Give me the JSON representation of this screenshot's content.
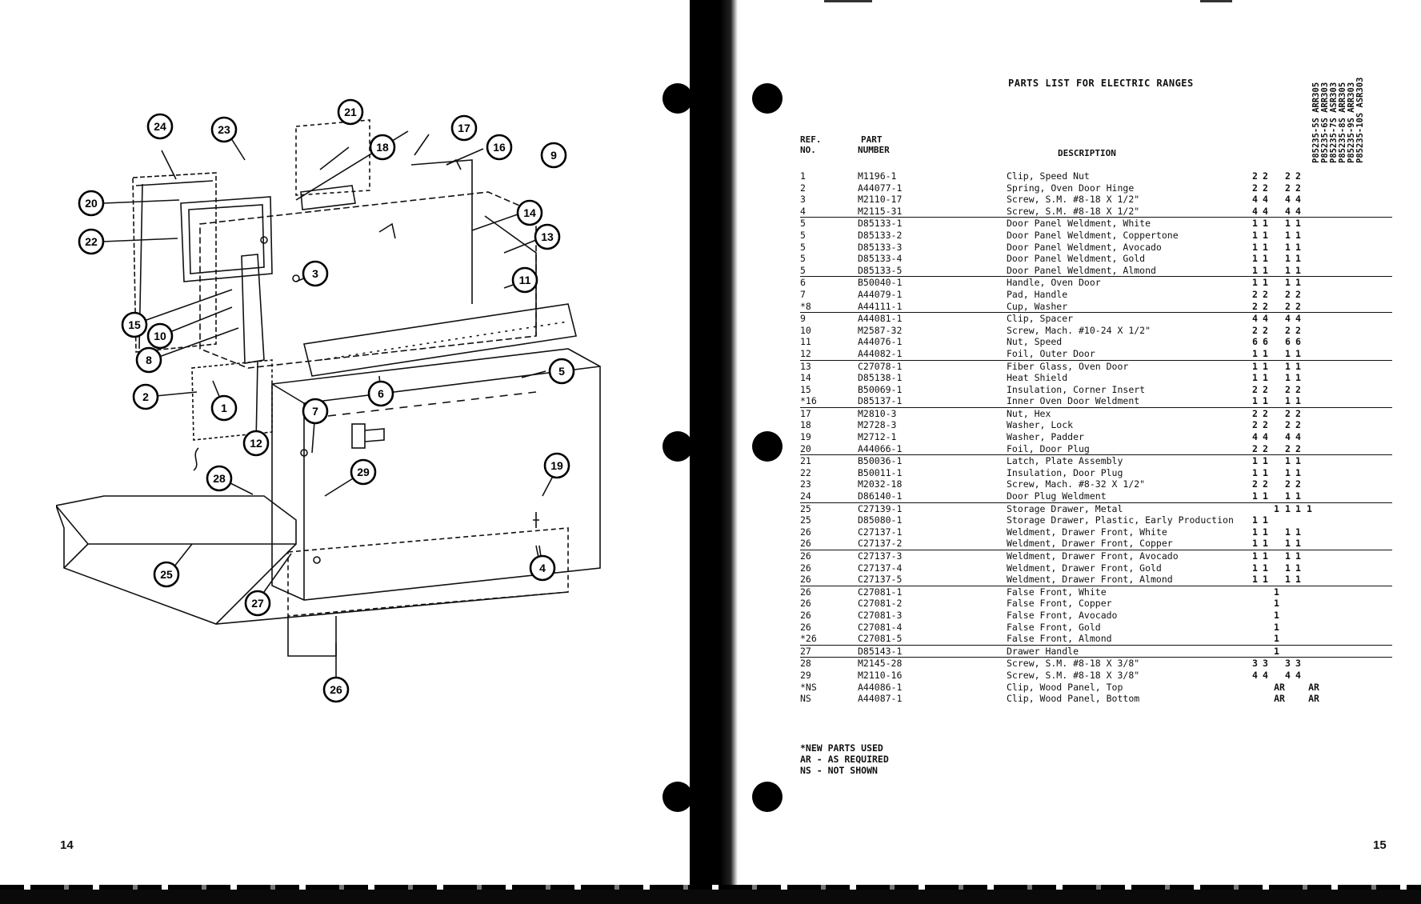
{
  "page_left": {
    "page_number": "14"
  },
  "page_right": {
    "page_number": "15"
  },
  "diagram": {
    "callouts": [
      "24",
      "23",
      "21",
      "18",
      "17",
      "16",
      "9",
      "20",
      "22",
      "14",
      "13",
      "3",
      "11",
      "15",
      "10",
      "8",
      "5",
      "2",
      "1",
      "7",
      "6",
      "12",
      "19",
      "28",
      "29",
      "4",
      "25",
      "27",
      "26"
    ]
  },
  "parts_list": {
    "title": "PARTS LIST FOR ELECTRIC RANGES",
    "col_ref": "REF.\nNO.",
    "col_ref_l1": "REF.",
    "col_ref_l2": "NO.",
    "col_part_l1": "PART",
    "col_part_l2": "NUMBER",
    "col_desc": "DESCRIPTION",
    "models": [
      "P85235-5S ARR305",
      "P85235-6S ARR303",
      "P85235-7S ASR303",
      "P85235-8S ARR305",
      "P85235-9S ARR303",
      "P85235-10S ASR303"
    ],
    "rows": [
      {
        "ref": "1",
        "part": "M1196-1",
        "desc": "Clip, Speed Nut",
        "q": [
          "2",
          "2",
          "",
          "2",
          "2",
          ""
        ]
      },
      {
        "ref": "2",
        "part": "A44077-1",
        "desc": "Spring,  Oven Door Hinge",
        "q": [
          "2",
          "2",
          "",
          "2",
          "2",
          ""
        ]
      },
      {
        "ref": "3",
        "part": "M2110-17",
        "desc": "Screw, S.M. #8-18 X 1/2\"",
        "q": [
          "4",
          "4",
          "",
          "4",
          "4",
          ""
        ]
      },
      {
        "ref": "4",
        "part": "M2115-31",
        "desc": "Screw, S.M. #8-18 X 1/2\"",
        "q": [
          "4",
          "4",
          "",
          "4",
          "4",
          ""
        ]
      },
      {
        "ref": "5",
        "part": "D85133-1",
        "desc": "Door Panel Weldment, White",
        "q": [
          "1",
          "1",
          "",
          "1",
          "1",
          ""
        ]
      },
      {
        "ref": "5",
        "part": "D85133-2",
        "desc": "Door Panel Weldment, Coppertone",
        "q": [
          "1",
          "1",
          "",
          "1",
          "1",
          ""
        ]
      },
      {
        "ref": "5",
        "part": "D85133-3",
        "desc": "Door Panel Weldment, Avocado",
        "q": [
          "1",
          "1",
          "",
          "1",
          "1",
          ""
        ]
      },
      {
        "ref": "5",
        "part": "D85133-4",
        "desc": "Door Panel Weldment, Gold",
        "q": [
          "1",
          "1",
          "",
          "1",
          "1",
          ""
        ]
      },
      {
        "ref": "5",
        "part": "D85133-5",
        "desc": "Door Panel Weldment, Almond",
        "q": [
          "1",
          "1",
          "",
          "1",
          "1",
          ""
        ]
      },
      {
        "ref": "6",
        "part": "B50040-1",
        "desc": "Handle, Oven Door",
        "q": [
          "1",
          "1",
          "",
          "1",
          "1",
          ""
        ]
      },
      {
        "ref": "7",
        "part": "A44079-1",
        "desc": "Pad, Handle",
        "q": [
          "2",
          "2",
          "",
          "2",
          "2",
          ""
        ]
      },
      {
        "ref": "*8",
        "part": "A44111-1",
        "desc": "Cup, Washer",
        "q": [
          "2",
          "2",
          "",
          "2",
          "2",
          ""
        ]
      },
      {
        "ref": "9",
        "part": "A44081-1",
        "desc": "Clip, Spacer",
        "q": [
          "4",
          "4",
          "",
          "4",
          "4",
          ""
        ]
      },
      {
        "ref": "10",
        "part": "M2587-32",
        "desc": "Screw, Mach. #10-24 X 1/2\"",
        "q": [
          "2",
          "2",
          "",
          "2",
          "2",
          ""
        ]
      },
      {
        "ref": "11",
        "part": "A44076-1",
        "desc": "Nut, Speed",
        "q": [
          "6",
          "6",
          "",
          "6",
          "6",
          ""
        ]
      },
      {
        "ref": "12",
        "part": "A44082-1",
        "desc": "Foil, Outer Door",
        "q": [
          "1",
          "1",
          "",
          "1",
          "1",
          ""
        ]
      },
      {
        "ref": "13",
        "part": "C27078-1",
        "desc": "Fiber Glass, Oven Door",
        "q": [
          "1",
          "1",
          "",
          "1",
          "1",
          ""
        ]
      },
      {
        "ref": "14",
        "part": "D85138-1",
        "desc": "Heat Shield",
        "q": [
          "1",
          "1",
          "",
          "1",
          "1",
          ""
        ]
      },
      {
        "ref": "15",
        "part": "B50069-1",
        "desc": "Insulation, Corner Insert",
        "q": [
          "2",
          "2",
          "",
          "2",
          "2",
          ""
        ]
      },
      {
        "ref": "*16",
        "part": "D85137-1",
        "desc": "Inner Oven Door Weldment",
        "q": [
          "1",
          "1",
          "",
          "1",
          "1",
          ""
        ]
      },
      {
        "ref": "17",
        "part": "M2810-3",
        "desc": "Nut, Hex",
        "q": [
          "2",
          "2",
          "",
          "2",
          "2",
          ""
        ]
      },
      {
        "ref": "18",
        "part": "M2728-3",
        "desc": "Washer, Lock",
        "q": [
          "2",
          "2",
          "",
          "2",
          "2",
          ""
        ]
      },
      {
        "ref": "19",
        "part": "M2712-1",
        "desc": "Washer, Padder",
        "q": [
          "4",
          "4",
          "",
          "4",
          "4",
          ""
        ]
      },
      {
        "ref": "20",
        "part": "A44066-1",
        "desc": "Foil, Door Plug",
        "q": [
          "2",
          "2",
          "",
          "2",
          "2",
          ""
        ]
      },
      {
        "ref": "21",
        "part": "B50036-1",
        "desc": "Latch, Plate Assembly",
        "q": [
          "1",
          "1",
          "",
          "1",
          "1",
          ""
        ]
      },
      {
        "ref": "22",
        "part": "B50011-1",
        "desc": "Insulation, Door Plug",
        "q": [
          "1",
          "1",
          "",
          "1",
          "1",
          ""
        ]
      },
      {
        "ref": "23",
        "part": "M2032-18",
        "desc": "Screw, Mach. #8-32 X 1/2\"",
        "q": [
          "2",
          "2",
          "",
          "2",
          "2",
          ""
        ]
      },
      {
        "ref": "24",
        "part": "D86140-1",
        "desc": "Door Plug Weldment",
        "q": [
          "1",
          "1",
          "",
          "1",
          "1",
          ""
        ]
      },
      {
        "ref": "25",
        "part": "C27139-1",
        "desc": "Storage Drawer, Metal",
        "q": [
          "",
          "",
          "1",
          "1",
          "1",
          "1"
        ]
      },
      {
        "ref": "25",
        "part": "D85080-1",
        "desc": "Storage Drawer, Plastic, Early Production",
        "q": [
          "1",
          "1",
          "",
          "",
          "",
          ""
        ]
      },
      {
        "ref": "26",
        "part": "C27137-1",
        "desc": "Weldment, Drawer Front, White",
        "q": [
          "1",
          "1",
          "",
          "1",
          "1",
          ""
        ]
      },
      {
        "ref": "26",
        "part": "C27137-2",
        "desc": "Weldment, Drawer Front, Copper",
        "q": [
          "1",
          "1",
          "",
          "1",
          "1",
          ""
        ]
      },
      {
        "ref": "26",
        "part": "C27137-3",
        "desc": "Weldment, Drawer Front, Avocado",
        "q": [
          "1",
          "1",
          "",
          "1",
          "1",
          ""
        ]
      },
      {
        "ref": "26",
        "part": "C27137-4",
        "desc": "Weldment, Drawer Front, Gold",
        "q": [
          "1",
          "1",
          "",
          "1",
          "1",
          ""
        ]
      },
      {
        "ref": "26",
        "part": "C27137-5",
        "desc": "Weldment, Drawer Front, Almond",
        "q": [
          "1",
          "1",
          "",
          "1",
          "1",
          ""
        ]
      },
      {
        "ref": "26",
        "part": "C27081-1",
        "desc": "False Front, White",
        "q": [
          "",
          "",
          "1",
          "",
          "",
          ""
        ]
      },
      {
        "ref": "26",
        "part": "C27081-2",
        "desc": "False Front, Copper",
        "q": [
          "",
          "",
          "1",
          "",
          "",
          ""
        ]
      },
      {
        "ref": "26",
        "part": "C27081-3",
        "desc": "False Front, Avocado",
        "q": [
          "",
          "",
          "1",
          "",
          "",
          ""
        ]
      },
      {
        "ref": "26",
        "part": "C27081-4",
        "desc": "False Front, Gold",
        "q": [
          "",
          "",
          "1",
          "",
          "",
          ""
        ]
      },
      {
        "ref": "*26",
        "part": "C27081-5",
        "desc": "False Front, Almond",
        "q": [
          "",
          "",
          "1",
          "",
          "",
          ""
        ]
      },
      {
        "ref": "27",
        "part": "D85143-1",
        "desc": "Drawer Handle",
        "q": [
          "",
          "",
          "1",
          "",
          "",
          ""
        ]
      },
      {
        "ref": "28",
        "part": "M2145-28",
        "desc": "Screw, S.M. #8-18 X 3/8\"",
        "q": [
          "3",
          "3",
          "",
          "3",
          "3",
          ""
        ]
      },
      {
        "ref": "29",
        "part": "M2110-16",
        "desc": "Screw, S.M. #8-18 X 3/8\"",
        "q": [
          "4",
          "4",
          "",
          "4",
          "4",
          ""
        ]
      },
      {
        "ref": "*NS",
        "part": "A44086-1",
        "desc": "Clip, Wood Panel, Top",
        "q": [
          "",
          "",
          "AR",
          "",
          "",
          "AR"
        ]
      },
      {
        "ref": "NS",
        "part": "A44087-1",
        "desc": "Clip, Wood Panel, Bottom",
        "q": [
          "",
          "",
          "AR",
          "",
          "",
          "AR"
        ]
      }
    ],
    "notes": [
      "*NEW PARTS USED",
      "AR - AS REQUIRED",
      "NS - NOT SHOWN"
    ]
  }
}
